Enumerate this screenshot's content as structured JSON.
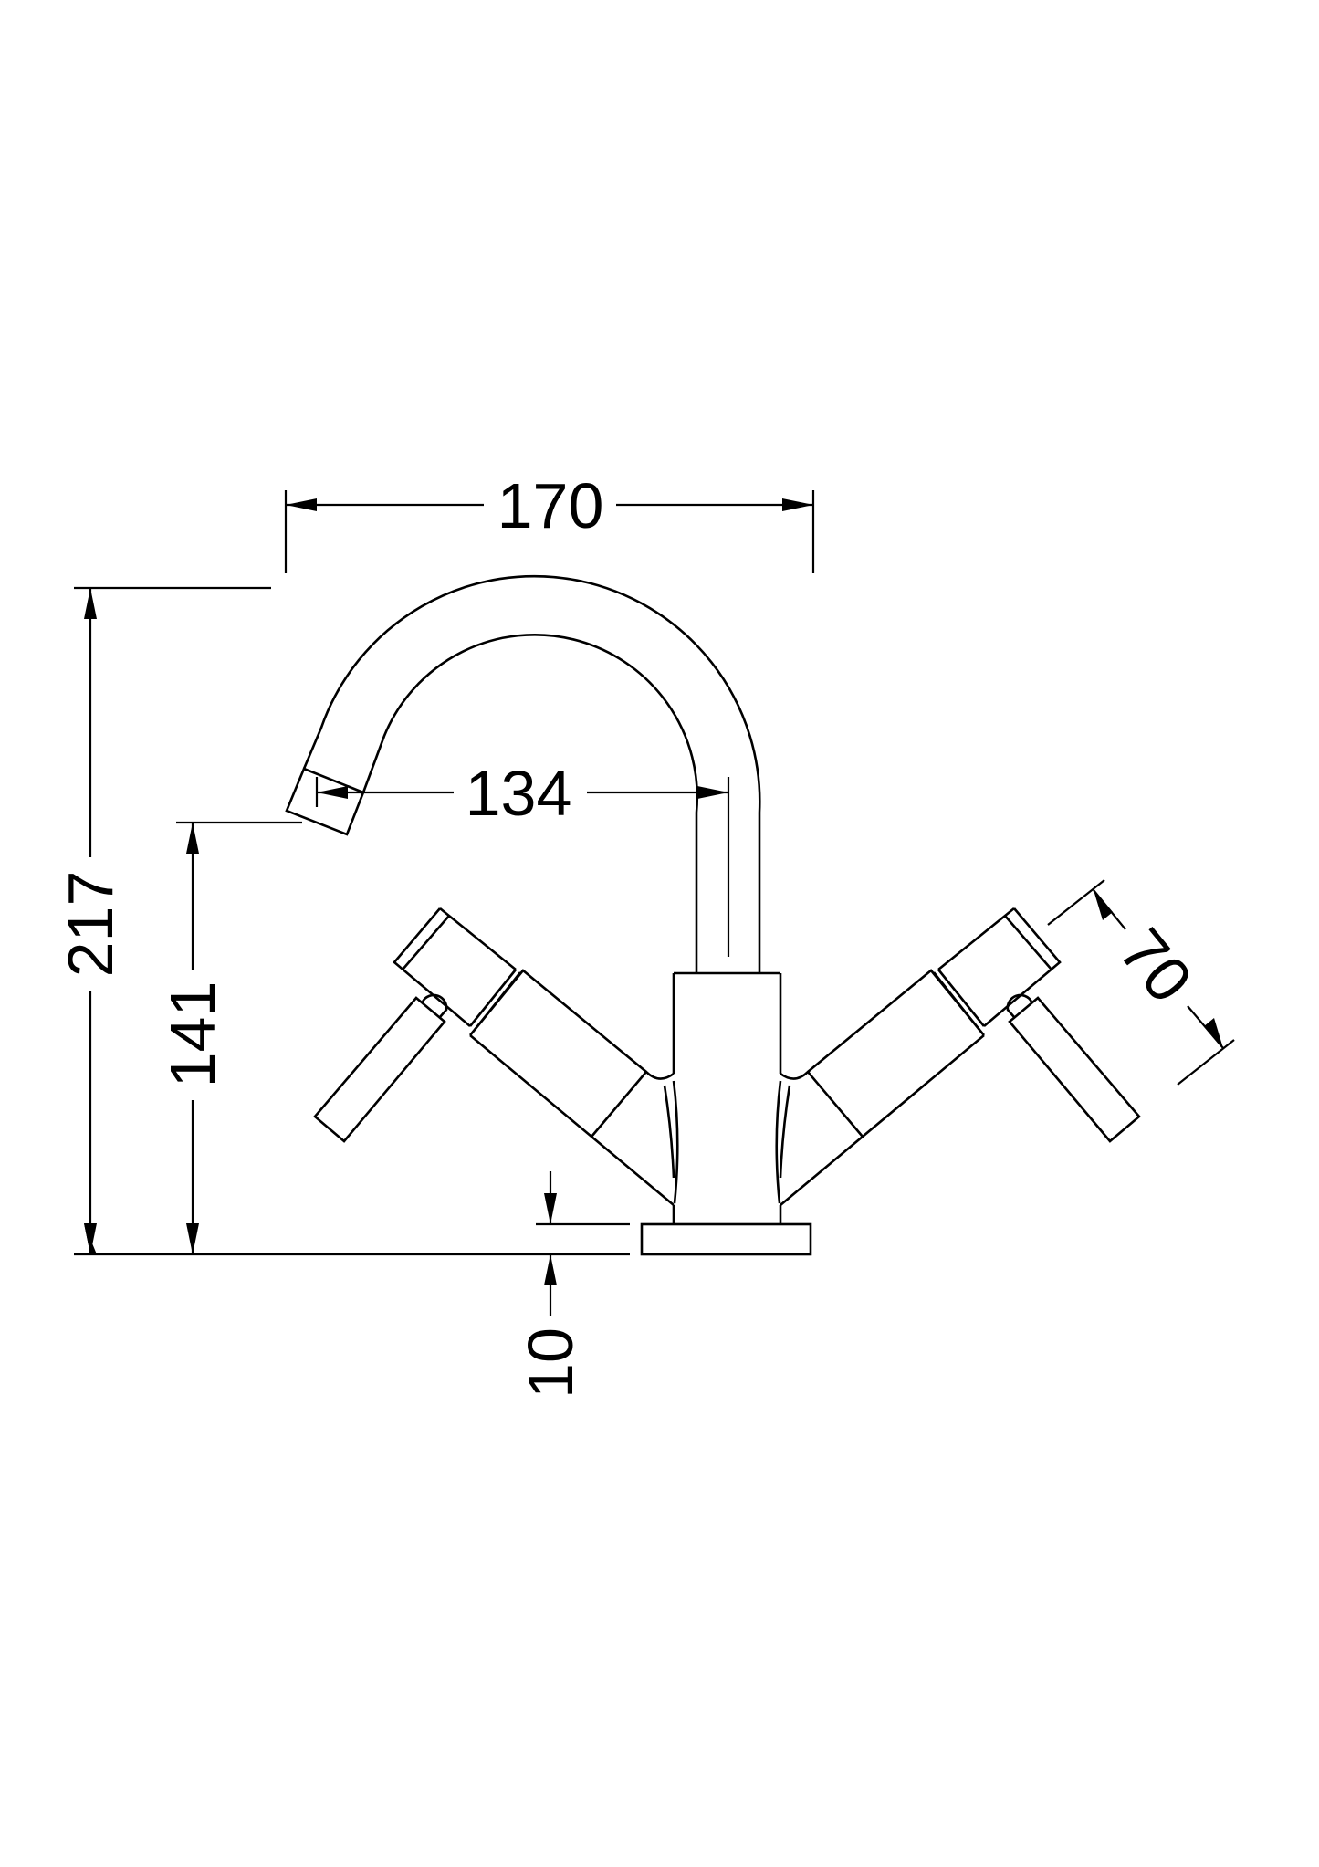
{
  "drawing": {
    "title": "Basin mixer tap technical drawing",
    "units": "mm",
    "dimensions": {
      "overall_width": "170",
      "overall_height": "217",
      "spout_projection": "134",
      "spout_outlet_height": "141",
      "base_thickness": "10",
      "handle_length": "70"
    }
  }
}
